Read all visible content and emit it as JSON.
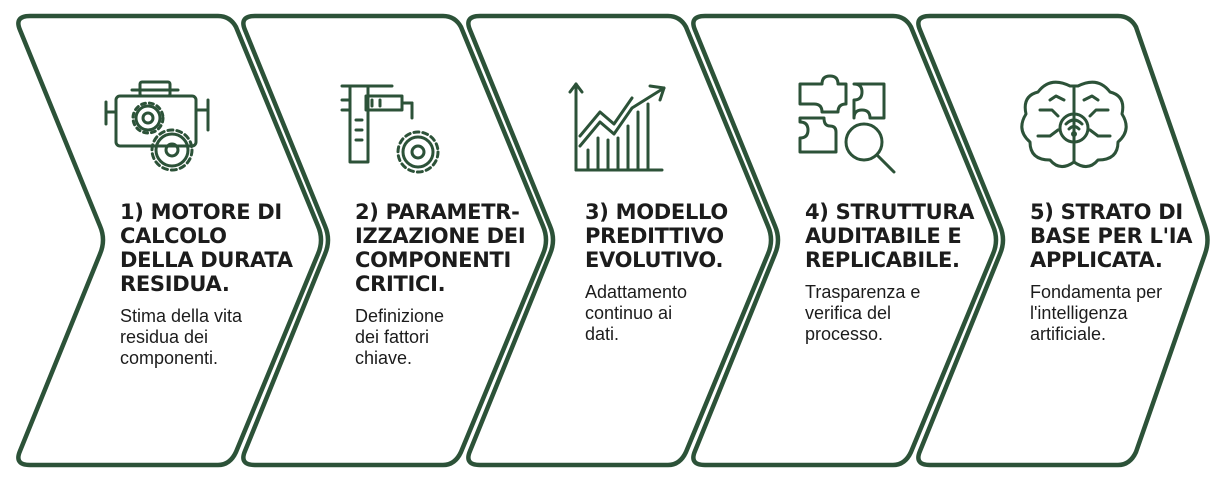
{
  "colors": {
    "outline": "#2c5238",
    "text": "#1c1c1c",
    "background": "#ffffff"
  },
  "steps": [
    {
      "icon": "engine-gears-icon",
      "title": "1) MOTORE DI\nCALCOLO\nDELLA DURATA\nRESIDUA.",
      "description": "Stima della vita\nresidua dei\ncomponenti."
    },
    {
      "icon": "caliper-gear-icon",
      "title": "2) PARAMETR-\nIZZAZIONE DEI\nCOMPONENTI\nCRITICI.",
      "description": "Definizione\ndei fattori\nchiave."
    },
    {
      "icon": "growth-chart-icon",
      "title": "3) MODELLO\nPREDITTIVO\nEVOLUTIVO.",
      "description": "Adattamento\ncontinuo ai\ndati."
    },
    {
      "icon": "puzzle-magnifier-icon",
      "title": "4) STRUTTURA\nAUDITABILE E\nREPLICABILE.",
      "description": "Trasparenza e\nverifica del\nprocesso."
    },
    {
      "icon": "brain-circuit-icon",
      "title": "5) STRATO DI\nBASE PER L'IA\nAPPLICATA.",
      "description": "Fondamenta per\nl'intelligenza\nartificiale."
    }
  ]
}
